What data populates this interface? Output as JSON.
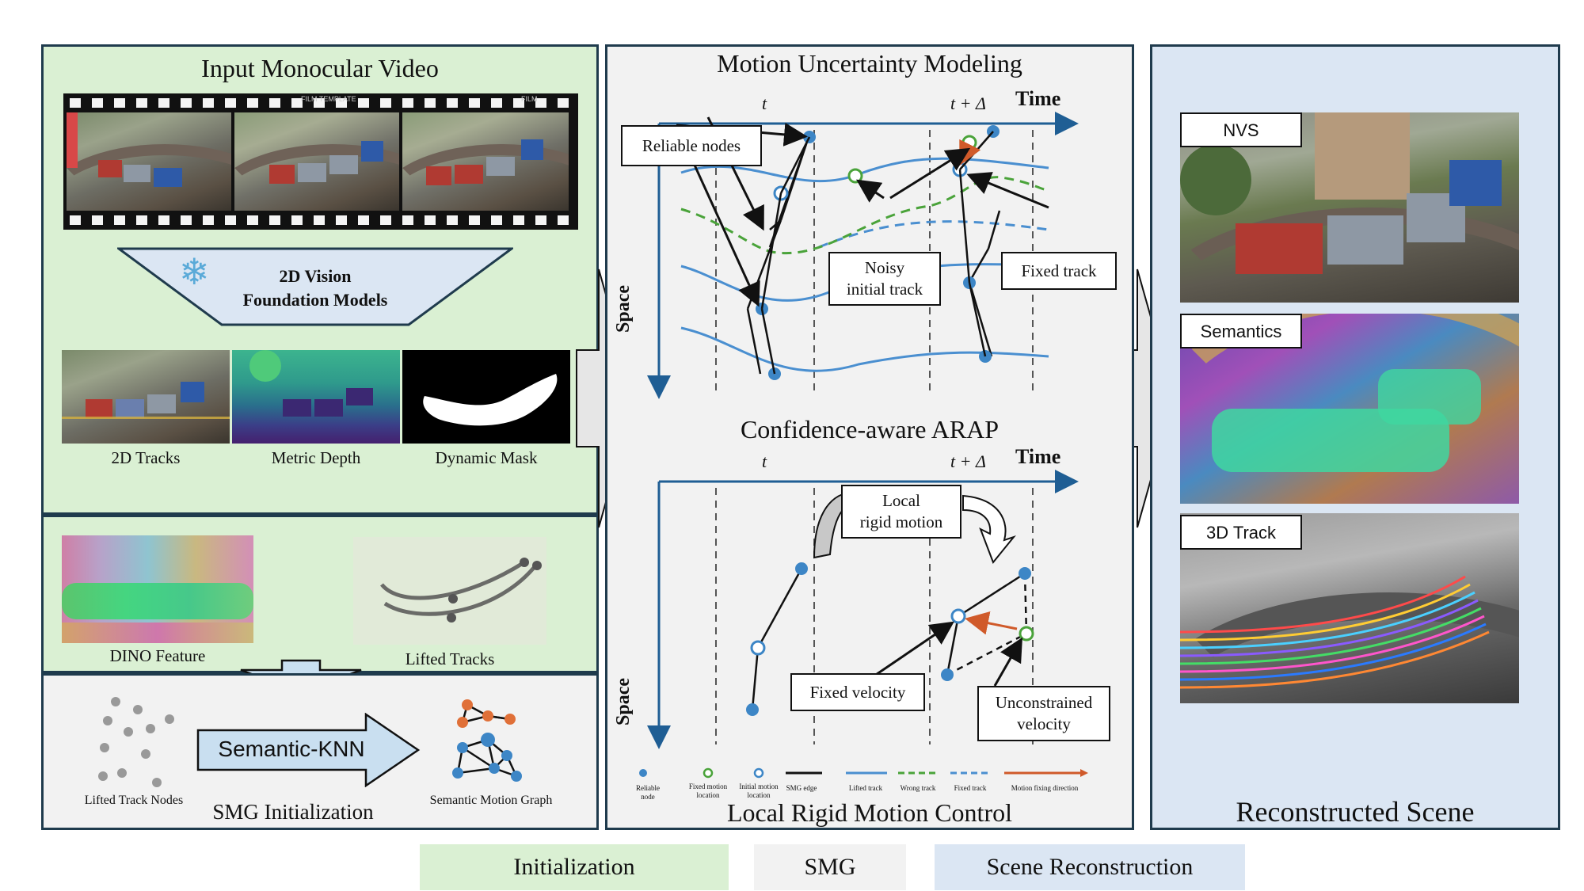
{
  "left": {
    "input_title": "Input Monocular Video",
    "film_text": "FILM TEMPLATE",
    "film_text2": "FILM",
    "foundation_label_1": "2D Vision",
    "foundation_label_2": "Foundation Models",
    "outputs": [
      "2D Tracks",
      "Metric Depth",
      "Dynamic Mask"
    ],
    "dino_label": "DINO Feature",
    "lifted_label": "Lifted Tracks",
    "nodes_label": "Lifted Track Nodes",
    "knn_label": "Semantic-KNN",
    "graph_label": "Semantic Motion Graph",
    "smg_init_label": "SMG Initialization"
  },
  "middle": {
    "top_title": "Motion Uncertainty Modeling",
    "time_label": "Time",
    "t_label": "t",
    "t_delta_label": "t + Δ",
    "space_label": "Space",
    "reliable_nodes": "Reliable nodes",
    "noisy_track_1": "Noisy",
    "noisy_track_2": "initial track",
    "fixed_track": "Fixed track",
    "arap_title": "Confidence-aware ARAP",
    "local_rigid_1": "Local",
    "local_rigid_2": "rigid motion",
    "fixed_velocity": "Fixed velocity",
    "unconstrained_1": "Unconstrained",
    "unconstrained_2": "velocity",
    "bottom_title": "Local Rigid Motion Control",
    "legend": [
      "Reliable node",
      "Fixed motion location",
      "Initial motion location",
      "SMG edge",
      "Lifted track",
      "Wrong track",
      "Fixed track",
      "Motion fixing direction"
    ]
  },
  "right": {
    "nvs": "NVS",
    "semantics": "Semantics",
    "track3d": "3D Track",
    "title": "Reconstructed Scene"
  },
  "bottom_legend": [
    "Initialization",
    "SMG",
    "Scene Reconstruction"
  ],
  "colors": {
    "green_panel": "#daf0d3",
    "gray_panel": "#f2f2f2",
    "blue_panel": "#dbe6f3",
    "track_blue": "#3d86c6",
    "wrong_green": "#4aa33a",
    "arrow_orange": "#d05a2a",
    "border": "#1f3b4d"
  }
}
